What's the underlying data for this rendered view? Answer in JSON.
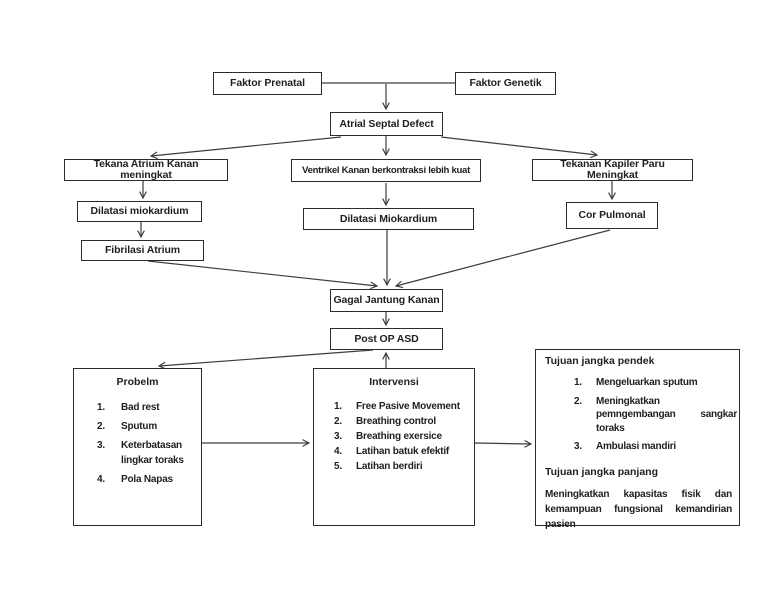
{
  "colors": {
    "background": "#ffffff",
    "ink": "#2c2c2c",
    "line": "#3d3d3d"
  },
  "nodes": {
    "faktor_prenatal": "Faktor Prenatal",
    "faktor_genetik": "Faktor Genetik",
    "atrial_septal_defect": "Atrial Septal Defect",
    "tekana_atrium": "Tekana Atrium Kanan meningkat",
    "ventrikel_kanan": "Ventrikel Kanan berkontraksi lebih kuat",
    "tekanan_kapiler": "Tekanan Kapiler Paru Meningkat",
    "dilatasi_miokardium_left": "Dilatasi miokardium",
    "dilatasi_miokardium_mid": "Dilatasi Miokardium",
    "cor_pulmonal": "Cor Pulmonal",
    "fibrilasi_atrium": "Fibrilasi Atrium",
    "gagal_jantung_kanan": "Gagal Jantung Kanan",
    "post_op_asd": "Post OP ASD"
  },
  "problem_panel": {
    "title": "Probelm",
    "items": [
      "Bad rest",
      "Sputum",
      "Keterbatasan lingkar toraks",
      "Pola Napas"
    ]
  },
  "intervention_panel": {
    "title": "Intervensi",
    "items": [
      "Free Pasive Movement",
      "Breathing control",
      "Breathing exersice",
      "Latihan batuk efektif",
      "Latihan berdiri"
    ]
  },
  "goals_panel": {
    "short_term_title": "Tujuan jangka pendek",
    "short_term_items": [
      "Mengeluarkan sputum",
      "Meningkatkan pemngembangan sangkar toraks",
      "Ambulasi mandiri"
    ],
    "long_term_title": "Tujuan jangka panjang",
    "long_term_text": "Meningkatkan kapasitas fisik dan kemampuan fungsional kemandirian pasien"
  }
}
